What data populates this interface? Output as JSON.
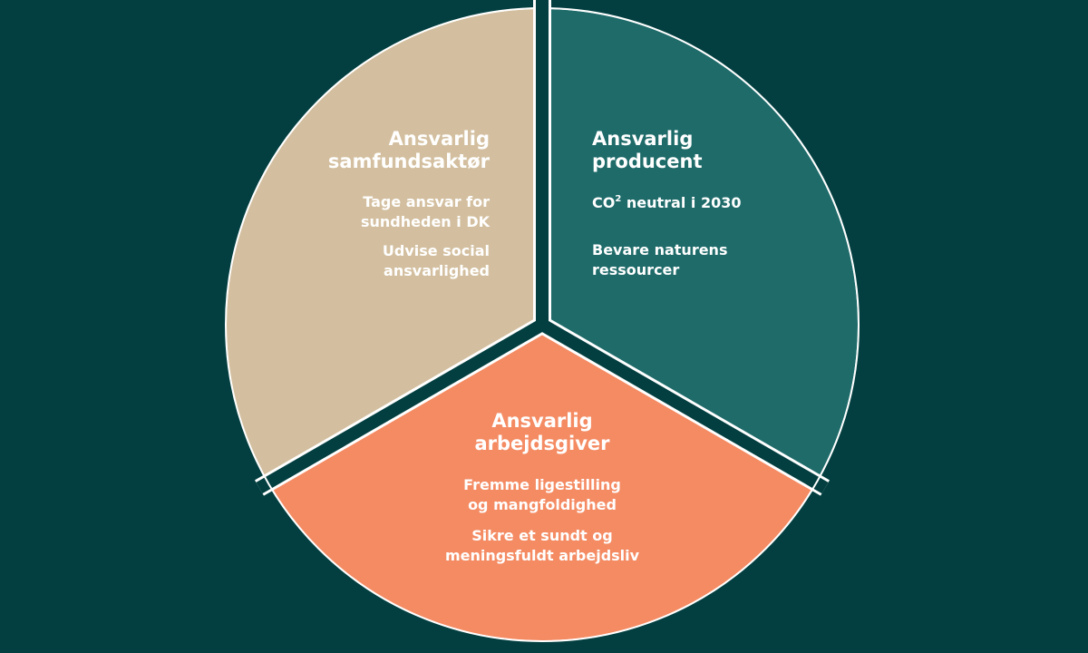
{
  "diagram": {
    "type": "three-segment circle",
    "background_color": "#033f40",
    "divider_color": "#033f40",
    "outline_color": "#ffffff",
    "segments": [
      {
        "id": "samfundsaktoer",
        "position": "upper-left",
        "color": "#d3bf9f",
        "title_line1": "Ansvarlig",
        "title_line2": "samfundsaktør",
        "items": [
          {
            "line1": "Tage ansvar for",
            "line2": "sundheden i DK"
          },
          {
            "line1": "Udvise social",
            "line2": "ansvarlighed"
          }
        ]
      },
      {
        "id": "producent",
        "position": "upper-right",
        "color": "#1e6b6a",
        "title_line1": "Ansvarlig",
        "title_line2": "producent",
        "items": [
          {
            "prefix": "CO",
            "sup": "2",
            "suffix": " neutral i 2030"
          },
          {
            "line1": "Bevare naturens",
            "line2": "ressourcer"
          }
        ]
      },
      {
        "id": "arbejdsgiver",
        "position": "bottom",
        "color": "#f48b63",
        "title_line1": "Ansvarlig",
        "title_line2": "arbejdsgiver",
        "items": [
          {
            "line1": "Fremme ligestilling",
            "line2": "og mangfoldighed"
          },
          {
            "line1": "Sikre et sundt og",
            "line2": "meningsfuldt arbejdsliv"
          }
        ]
      }
    ]
  }
}
